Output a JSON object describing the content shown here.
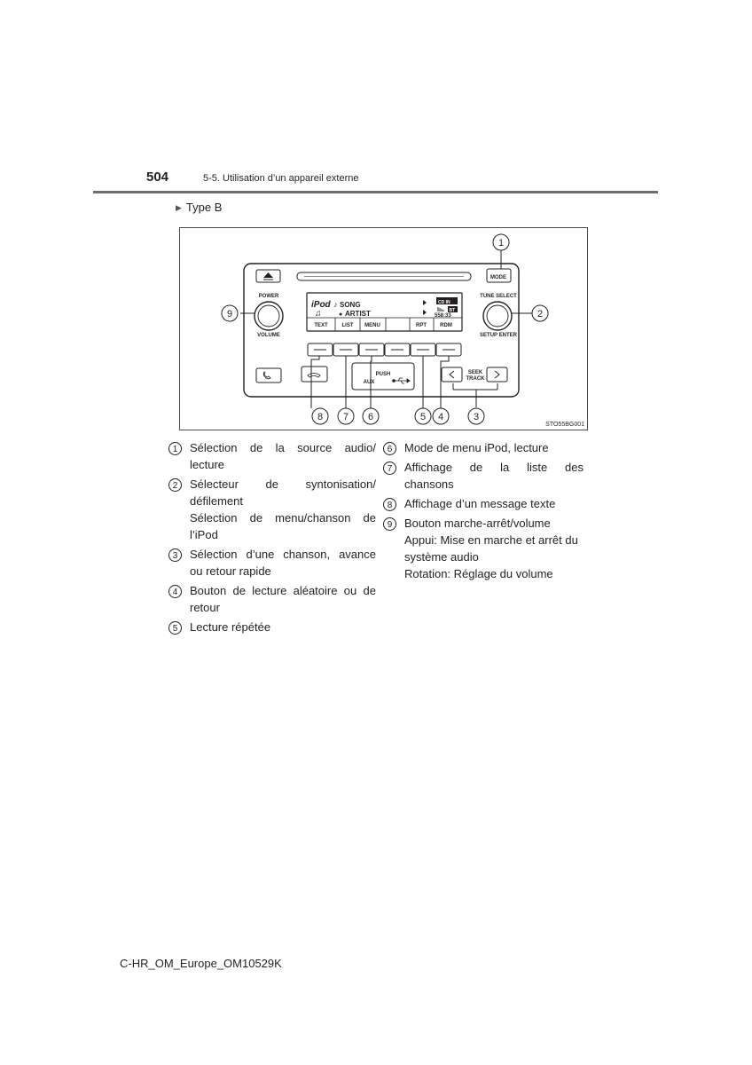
{
  "header": {
    "page_number": "504",
    "section": "5-5. Utilisation d’un appareil externe"
  },
  "subheading": {
    "marker": "▶",
    "label": "Type B"
  },
  "figure": {
    "code": "STO55BG001",
    "labels": {
      "mode": "MODE",
      "tune_select": "TUNE SELECT",
      "setup_enter": "SETUP ENTER",
      "power": "POWER",
      "volume": "VOLUME",
      "push": "PUSH",
      "aux": "AUX",
      "seek": "SEEK",
      "track": "TRACK"
    },
    "display": {
      "source": "iPod",
      "song": "SONG",
      "artist": "ARTIST",
      "cd_in": "CD IN",
      "bt": "BT",
      "time": "558:33",
      "softkeys": [
        "TEXT",
        "LIST",
        "MENU",
        "",
        "RPT",
        "RDM"
      ]
    },
    "callout_numbers": [
      "1",
      "2",
      "3",
      "4",
      "5",
      "6",
      "7",
      "8",
      "9"
    ]
  },
  "callouts_left": [
    {
      "num": "1",
      "lines": [
        "Sélection de la source audio/",
        "lecture"
      ]
    },
    {
      "num": "2",
      "lines": [
        "Sélecteur de syntonisation/",
        "défilement",
        "Sélection de menu/chanson de",
        "l’iPod"
      ]
    },
    {
      "num": "3",
      "lines": [
        "Sélection d’une chanson, avance",
        "ou retour rapide"
      ]
    },
    {
      "num": "4",
      "lines": [
        "Bouton de lecture aléatoire ou de",
        "retour"
      ]
    },
    {
      "num": "5",
      "lines": [
        "Lecture répétée"
      ]
    }
  ],
  "callouts_right": [
    {
      "num": "6",
      "lines": [
        "Mode de menu iPod, lecture"
      ]
    },
    {
      "num": "7",
      "lines": [
        "Affichage de la liste des",
        "chansons"
      ]
    },
    {
      "num": "8",
      "lines": [
        "Affichage d’un message texte"
      ]
    },
    {
      "num": "9",
      "lines": [
        "Bouton marche-arrêt/volume",
        "Appui: Mise en marche et arrêt du",
        "système audio",
        "Rotation: Réglage du volume"
      ]
    }
  ],
  "footer": {
    "code": "C-HR_OM_Europe_OM10529K"
  }
}
